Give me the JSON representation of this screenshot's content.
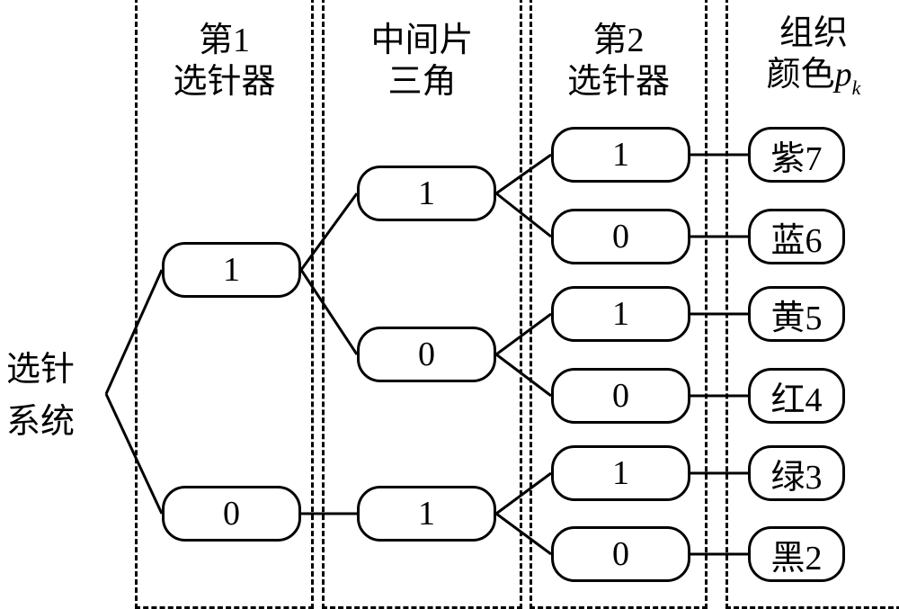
{
  "root": {
    "label_line1": "选针",
    "label_line2": "系统"
  },
  "columns": [
    {
      "id": "col1",
      "title_line1": "第1",
      "title_line2": "选针器"
    },
    {
      "id": "col2",
      "title_line1": "中间片",
      "title_line2": "三角"
    },
    {
      "id": "col3",
      "title_line1": "第2",
      "title_line2": "选针器"
    },
    {
      "id": "col4",
      "title_line1": "组织",
      "title_line2": "颜色",
      "title_symbol": "p",
      "title_subscript": "k"
    }
  ],
  "tree": {
    "level1": [
      {
        "id": "a1",
        "value": "1"
      },
      {
        "id": "a0",
        "value": "0"
      }
    ],
    "level2": [
      {
        "id": "b11",
        "parent": "a1",
        "value": "1"
      },
      {
        "id": "b10",
        "parent": "a1",
        "value": "0"
      },
      {
        "id": "b01",
        "parent": "a0",
        "value": "1"
      }
    ],
    "level3": [
      {
        "id": "c1",
        "parent": "b11",
        "value": "1"
      },
      {
        "id": "c2",
        "parent": "b11",
        "value": "0"
      },
      {
        "id": "c3",
        "parent": "b10",
        "value": "1"
      },
      {
        "id": "c4",
        "parent": "b10",
        "value": "0"
      },
      {
        "id": "c5",
        "parent": "b01",
        "value": "1"
      },
      {
        "id": "c6",
        "parent": "b01",
        "value": "0"
      }
    ],
    "colors": [
      {
        "id": "d1",
        "parent": "c1",
        "label": "紫7"
      },
      {
        "id": "d2",
        "parent": "c2",
        "label": "蓝6"
      },
      {
        "id": "d3",
        "parent": "c3",
        "label": "黄5"
      },
      {
        "id": "d4",
        "parent": "c4",
        "label": "红4"
      },
      {
        "id": "d5",
        "parent": "c5",
        "label": "绿3"
      },
      {
        "id": "d6",
        "parent": "c6",
        "label": "黑2"
      }
    ]
  }
}
